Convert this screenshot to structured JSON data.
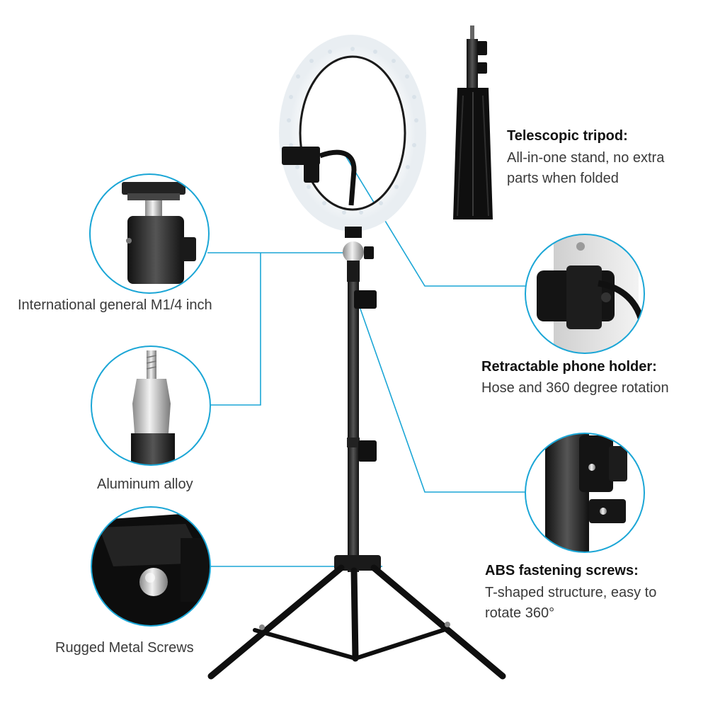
{
  "accent_color": "#1ba6d6",
  "features": {
    "mount": {
      "label": "International general M1/4 inch"
    },
    "alloy": {
      "label": "Aluminum alloy"
    },
    "screws": {
      "label": "Rugged Metal Screws"
    },
    "tripod": {
      "title": "Telescopic tripod:",
      "desc_line1": "All-in-one stand, no extra",
      "desc_line2": "parts when folded"
    },
    "phone_holder": {
      "title": "Retractable phone holder:",
      "desc_line1": "Hose and 360 degree rotation"
    },
    "abs_screws": {
      "title": "ABS fastening screws:",
      "desc_line1": "T-shaped structure, easy to",
      "desc_line2": "rotate 360°"
    }
  }
}
